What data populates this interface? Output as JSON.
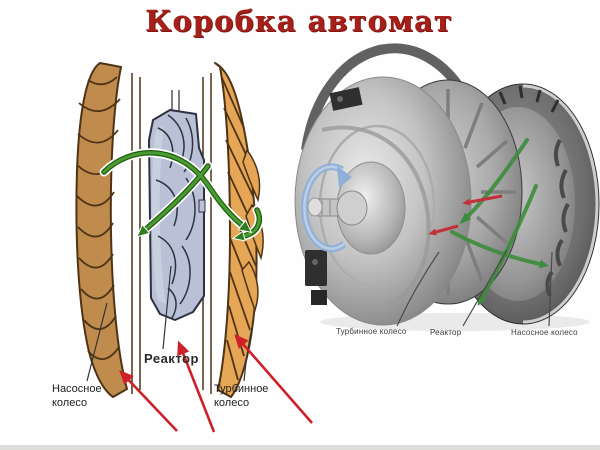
{
  "title": "Коробка автомат",
  "left_diagram": {
    "pump_label": "Насосное колесо",
    "reactor_label": "Реактор",
    "turbine_label": "Турбинное колесо"
  },
  "right_photo": {
    "turbine_label": "Турбинное колесо",
    "reactor_label": "Реактор",
    "pump_label": "Насосное колесо"
  },
  "colors": {
    "title_red": "#a42019",
    "pointer_arrow_red": "#cc2128",
    "flow_arrow_green": "#3d8c3d",
    "pump_wheel_tan": "#bf8c4d",
    "turbine_wheel_orange": "#e5a755",
    "reactor_gray_blue": "#bac1d6",
    "rotation_arrow_blue": "#8fb0d8",
    "background": "#ffffff"
  }
}
